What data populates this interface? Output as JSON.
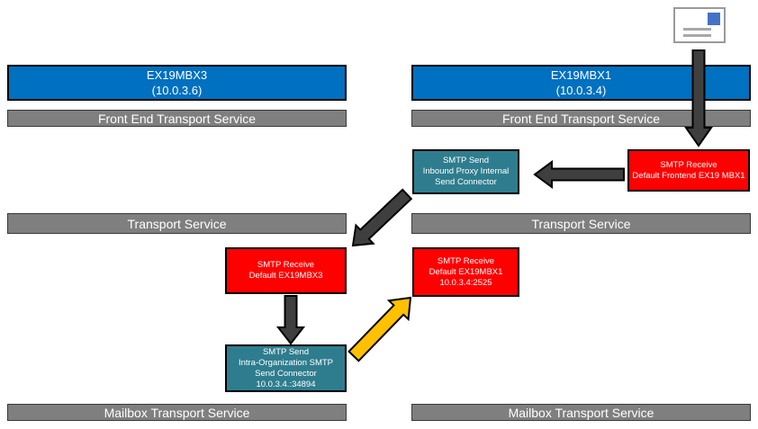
{
  "colors": {
    "server_blue": "#0070C0",
    "service_bar_gray": "#7F7F7F",
    "smtp_receive_red": "#FF0000",
    "smtp_send_teal": "#2E7D8E",
    "arrow_dark_gray": "#3F3F3F",
    "arrow_orange": "#FFC000",
    "envelope_stamp_blue": "#4472C4"
  },
  "left_server": {
    "name": "EX19MBX3",
    "ip": "(10.0.3.6)",
    "frontend_bar": "Front End Transport Service",
    "transport_bar": "Transport Service",
    "mailbox_bar": "Mailbox Transport Service"
  },
  "right_server": {
    "name": "EX19MBX1",
    "ip": "(10.0.3.4)",
    "frontend_bar": "Front End Transport Service",
    "transport_bar": "Transport Service",
    "mailbox_bar": "Mailbox Transport Service"
  },
  "boxes": {
    "inbound_proxy_send": {
      "lines": [
        "SMTP Send",
        "Inbound Proxy Internal",
        "Send Connector"
      ]
    },
    "frontend_receive": {
      "lines": [
        "SMTP Receive",
        "Default Frontend EX19 MBX1"
      ]
    },
    "mbx3_receive": {
      "lines": [
        "SMTP Receive",
        "Default EX19MBX3"
      ]
    },
    "mbx1_receive": {
      "lines": [
        "SMTP Receive",
        "Default EX19MBX1",
        "10.0.3.4:2525"
      ]
    },
    "intra_org_send": {
      "lines": [
        "SMTP Send",
        "Intra-Organization SMTP",
        "Send Connector",
        "10.0.3.4.:34894"
      ]
    }
  },
  "icons": {
    "mail": "mail-envelope-icon"
  }
}
